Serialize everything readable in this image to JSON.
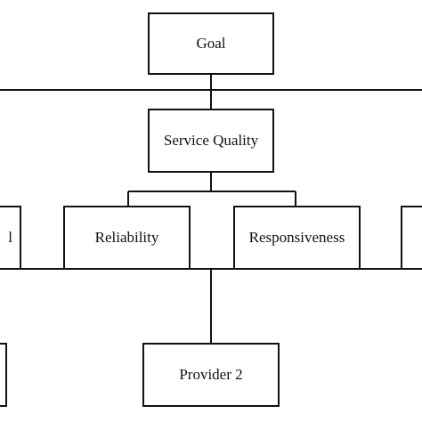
{
  "diagram": {
    "nodes": {
      "goal": "Goal",
      "service_quality": "Service Quality",
      "left_criterion_partial": "l",
      "reliability": "Reliability",
      "responsiveness": "Responsiveness",
      "right_criterion_partial": "",
      "left_provider_partial": "",
      "provider_2": "Provider 2"
    }
  }
}
